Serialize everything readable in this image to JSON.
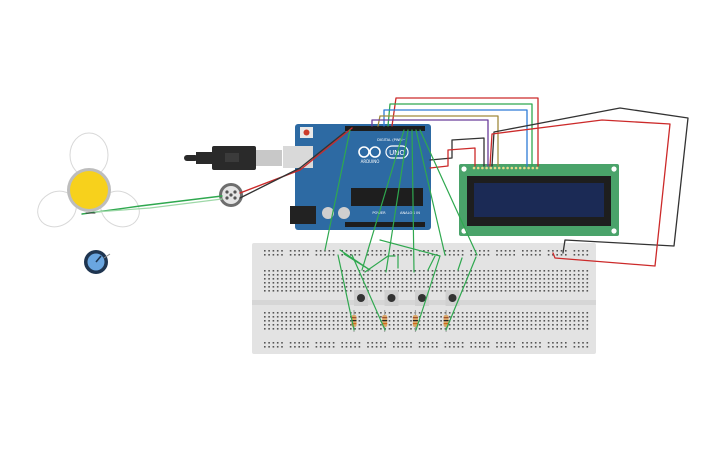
{
  "arduino": {
    "brand": "ARDUINO",
    "model": "UNO",
    "digital_label": "DIGITAL (PWM~)",
    "power_label": "POWER",
    "analog_label": "ANALOG IN"
  },
  "components": {
    "fan": "fan-motor",
    "usb": "usb-cable",
    "dc_motor": "dc-motor",
    "potentiometer": "potentiometer",
    "lcd": "lcd-16x2",
    "breadboard": "breadboard",
    "pushbuttons": 4,
    "resistors": 4
  },
  "colors": {
    "board": "#2d6aa3",
    "lcd_pcb": "#4aa36a",
    "lcd_screen": "#1b2a55",
    "breadboard": "#e3e3e3",
    "wire_green": "#2fa84f",
    "wire_red": "#cc2a2a",
    "wire_black": "#333333",
    "fan_hub": "#f7d11c"
  }
}
